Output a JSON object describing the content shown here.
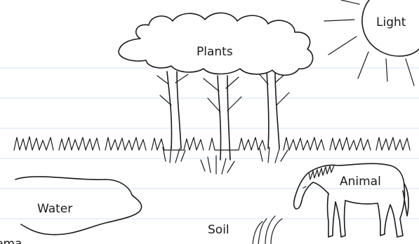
{
  "labels": {
    "light": "Light",
    "plants": "Plants",
    "water": "Water",
    "soil": "Soil",
    "animal": "Animal",
    "cut_off": "ema"
  },
  "colors": {
    "ink": "#1a1a1a",
    "paper": "#ffffff",
    "ruled_lines": "#dde8f4"
  }
}
